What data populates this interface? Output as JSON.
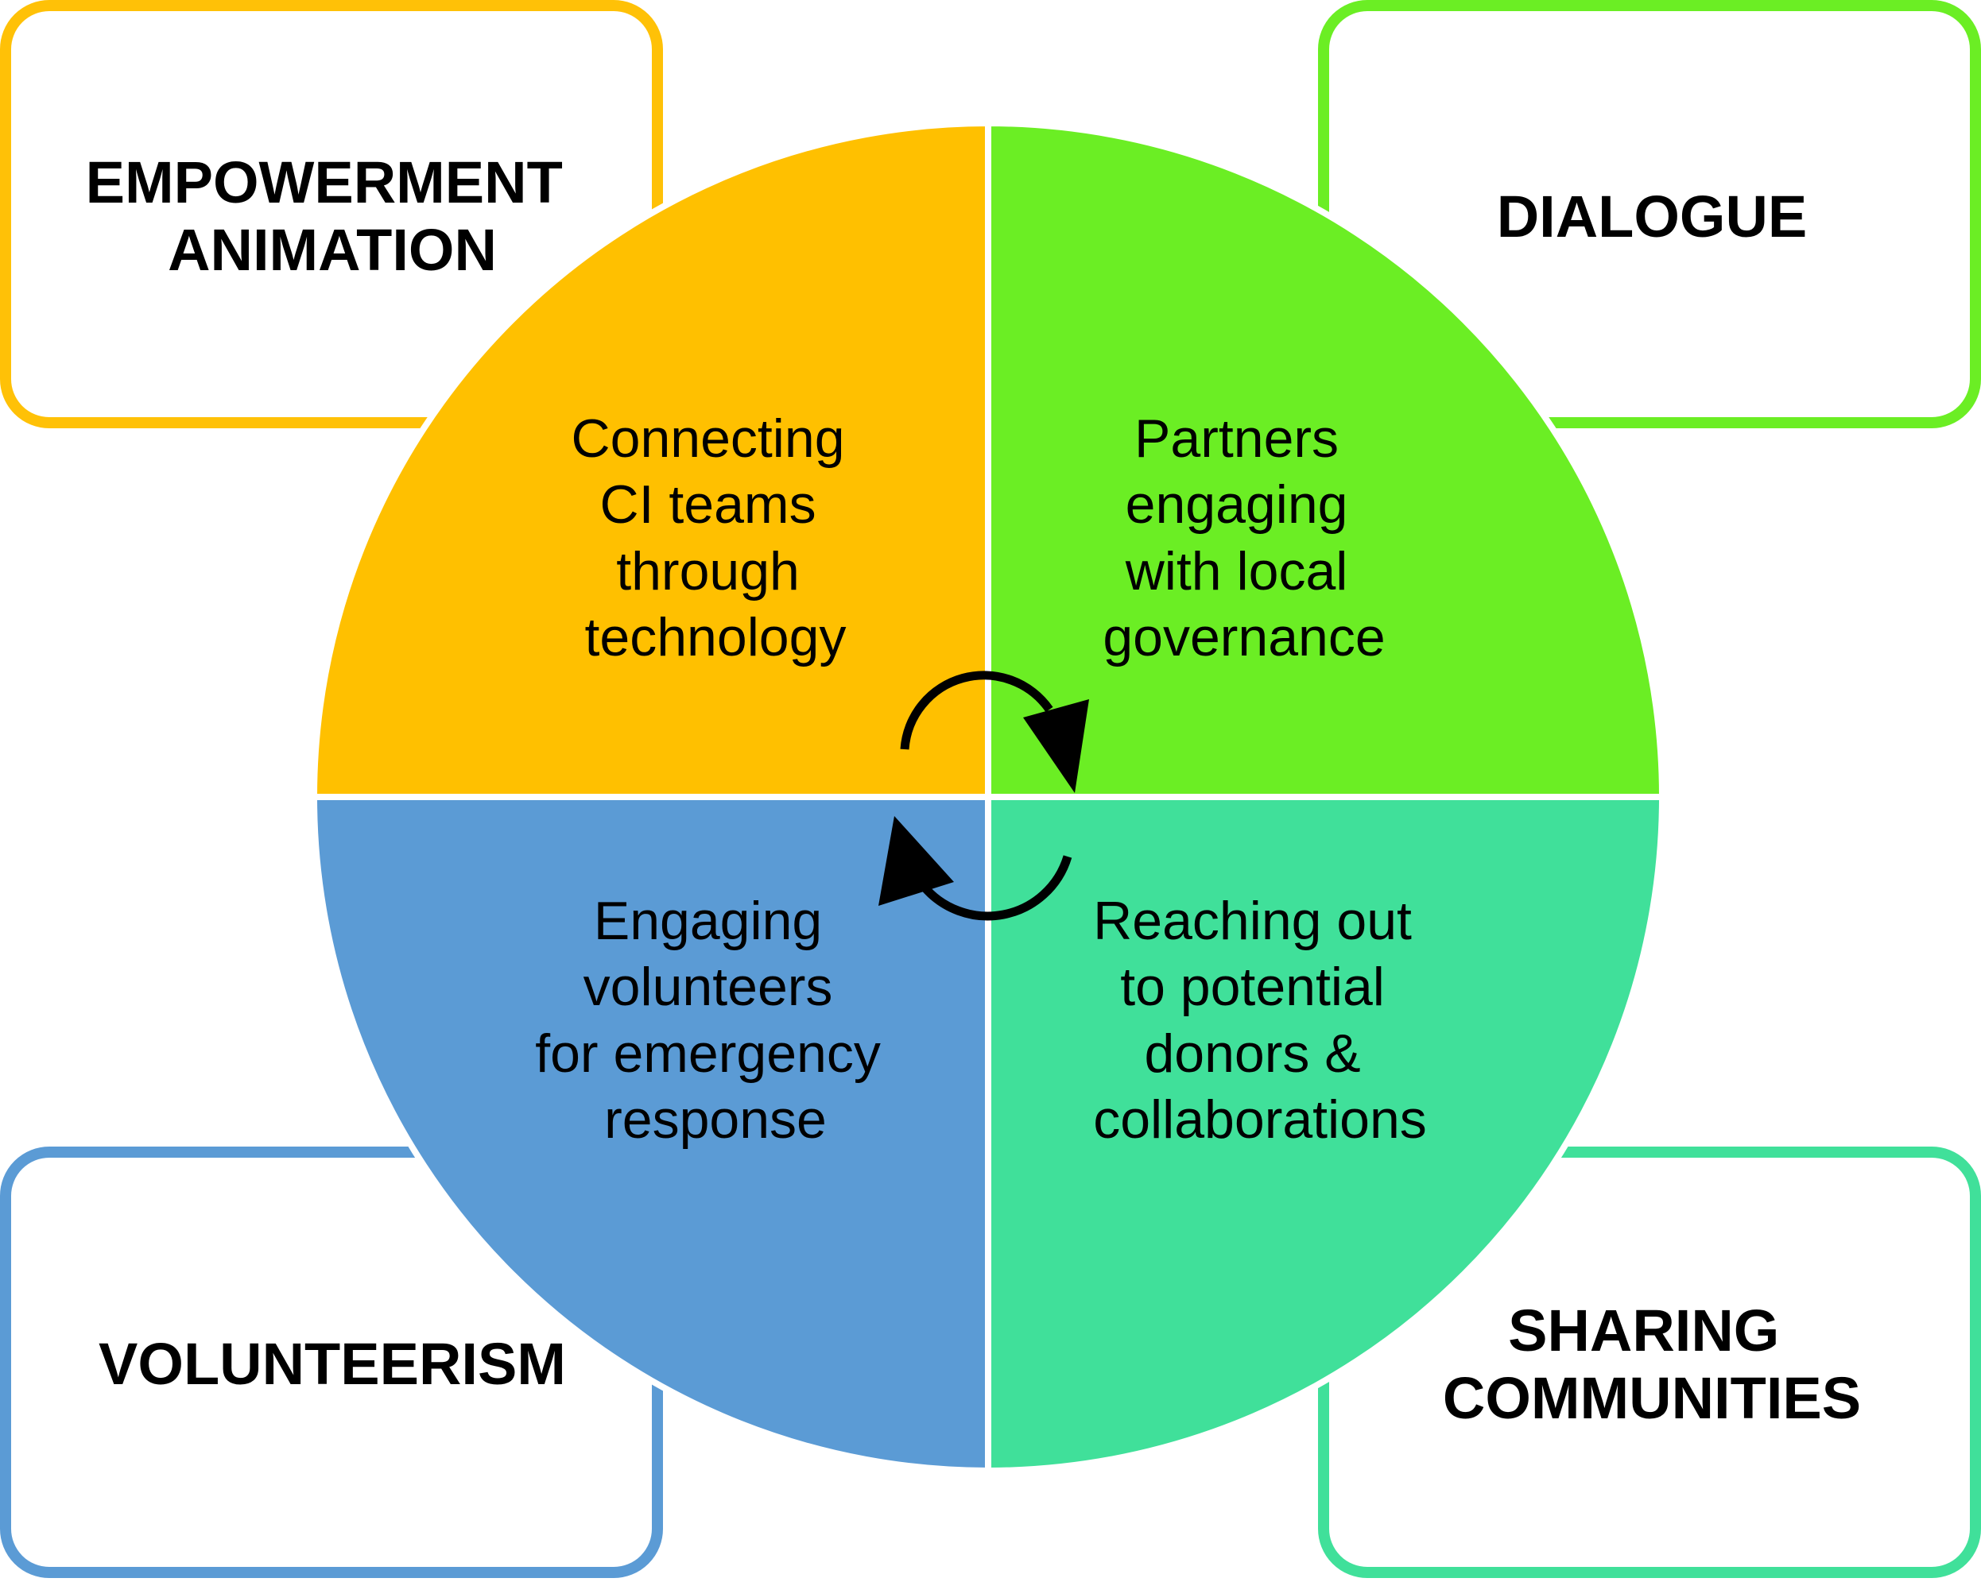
{
  "corner_boxes": [
    {
      "id": "top-left",
      "lines": [
        "EMPOWERMENT",
        "ANIMATION"
      ],
      "border_color": "#FFC107"
    },
    {
      "id": "top-right",
      "lines": [
        "DIALOGUE"
      ],
      "border_color": "#6BEE24"
    },
    {
      "id": "bottom-left",
      "lines": [
        "VOLUNTEERISM"
      ],
      "border_color": "#5B9BD5"
    },
    {
      "id": "bottom-right",
      "lines": [
        "SHARING",
        "COMMUNITIES"
      ],
      "border_color": "#40E09A"
    }
  ],
  "quadrants": [
    {
      "id": "top-left",
      "lines": [
        "Connecting",
        "CI  teams",
        "through",
        "technology"
      ],
      "fill": "#FFC000"
    },
    {
      "id": "top-right",
      "lines": [
        "Partners",
        "engaging",
        "with local",
        "governance"
      ],
      "fill": "#6BEE24"
    },
    {
      "id": "bottom-left",
      "lines": [
        "Engaging",
        "volunteers",
        "for emergency",
        "response"
      ],
      "fill": "#5B9BD5"
    },
    {
      "id": "bottom-right",
      "lines": [
        "Reaching out",
        "to potential",
        "donors &",
        "collaborations"
      ],
      "fill": "#40E09A"
    }
  ],
  "cycle_arrows": {
    "direction": "clockwise",
    "color": "#000000"
  }
}
